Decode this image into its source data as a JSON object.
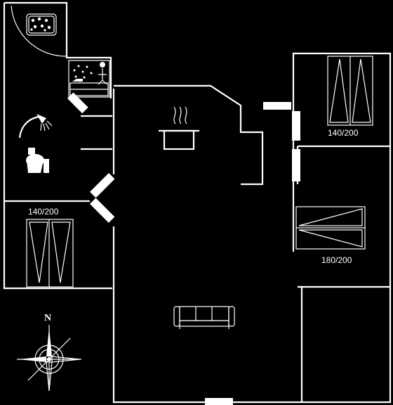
{
  "plan": {
    "rooms": [
      {
        "id": "bedroom-1",
        "bed_label": "140/200"
      },
      {
        "id": "bedroom-2",
        "bed_label": "140/200"
      },
      {
        "id": "bedroom-3",
        "bed_label": "180/200"
      }
    ],
    "compass": {
      "north_label": "N"
    },
    "colors": {
      "background": "#000000",
      "lines": "#ffffff"
    },
    "icons": [
      "jacuzzi-icon",
      "sauna-icon",
      "shower-icon",
      "toilet-icon",
      "cooking-pot-icon",
      "sofa-icon",
      "compass-rose-icon"
    ]
  }
}
